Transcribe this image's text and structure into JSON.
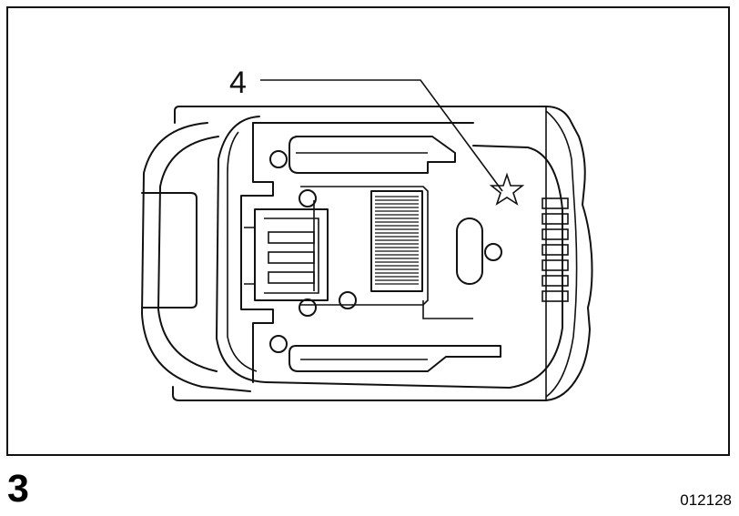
{
  "figure": {
    "number": "3",
    "code": "012128",
    "callout": "4"
  },
  "icons": {
    "marker": "star-outline-icon"
  }
}
